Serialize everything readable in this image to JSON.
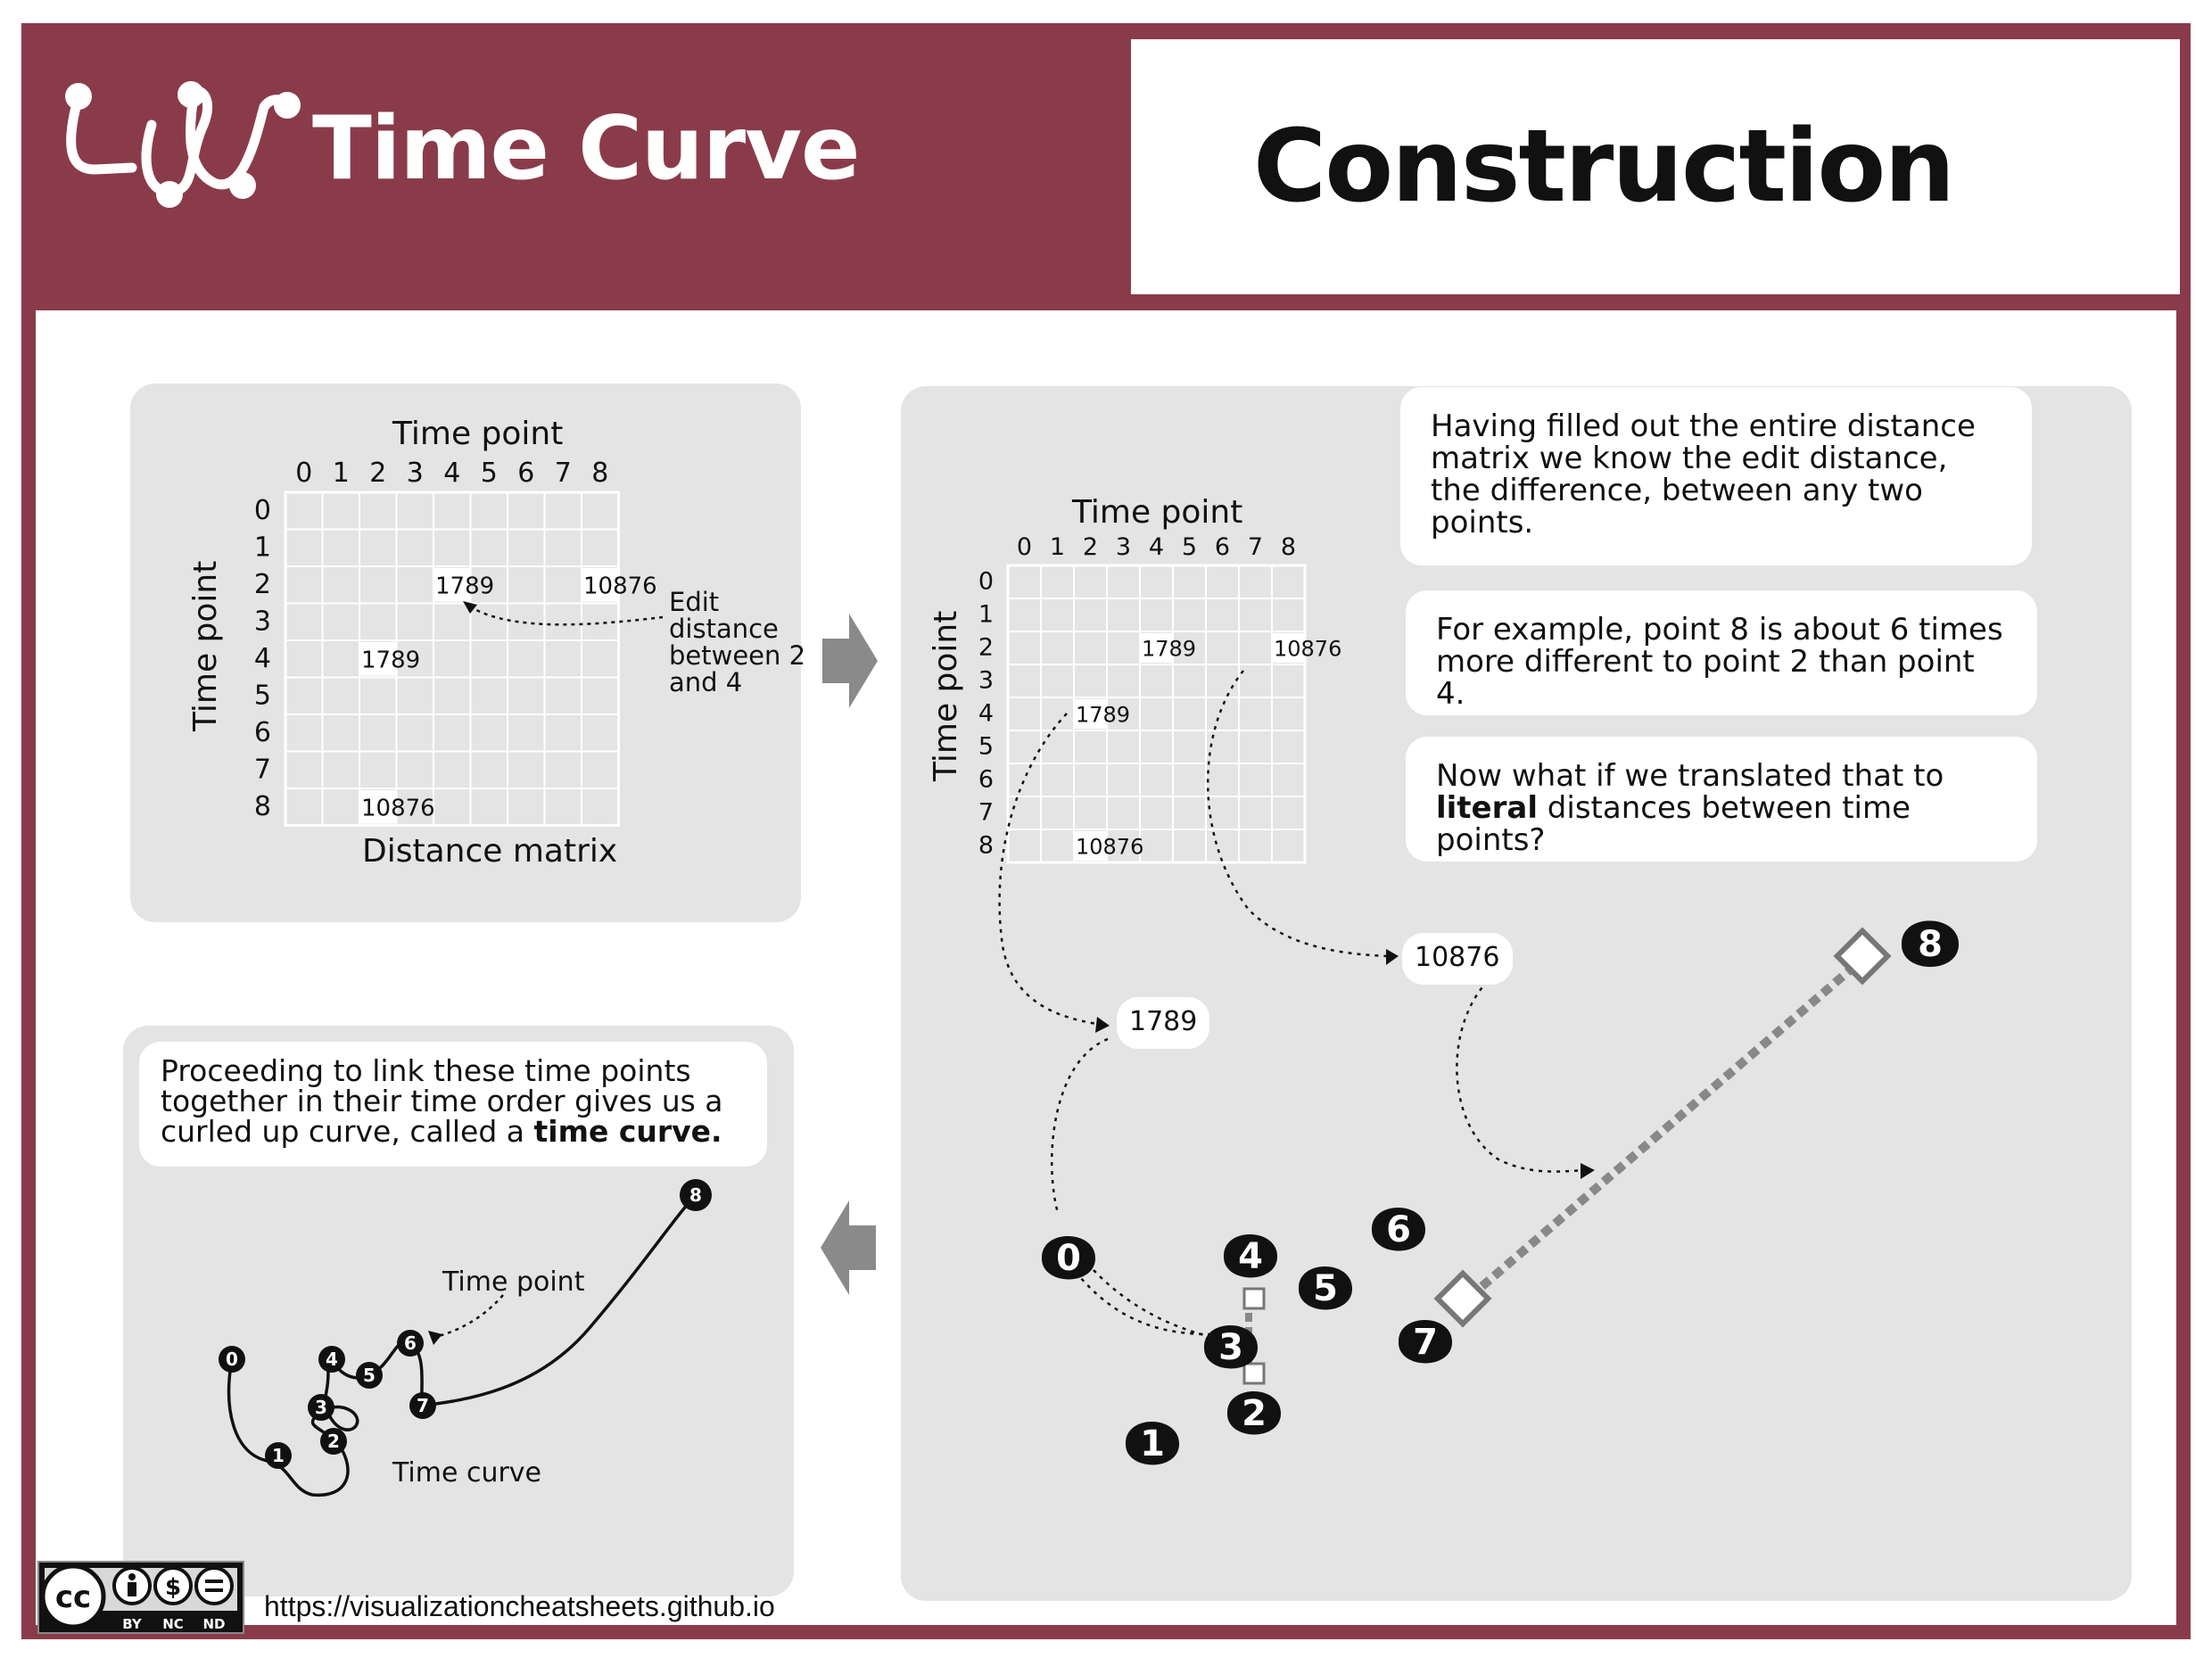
{
  "header": {
    "brand_title": "Time Curve",
    "page_title": "Construction",
    "colors": {
      "brand": "#8a3b4a",
      "panel": "#e4e4e4",
      "note": "#ffffff",
      "ink": "#111111"
    }
  },
  "matrix_panel": {
    "top_label": "Time point",
    "side_label": "Time point",
    "caption": "Distance matrix",
    "col_labels": [
      "0",
      "1",
      "2",
      "3",
      "4",
      "5",
      "6",
      "7",
      "8"
    ],
    "row_labels": [
      "0",
      "1",
      "2",
      "3",
      "4",
      "5",
      "6",
      "7",
      "8"
    ],
    "cells": [
      {
        "row": 2,
        "col": 4,
        "text": "1789"
      },
      {
        "row": 2,
        "col": 8,
        "text": "10876"
      },
      {
        "row": 4,
        "col": 2,
        "text": "1789"
      },
      {
        "row": 8,
        "col": 2,
        "text": "10876"
      }
    ],
    "annotation": [
      "Edit",
      "distance",
      "between 2",
      "and 4"
    ]
  },
  "projection_panel": {
    "notes": [
      {
        "text": "Having filled out the entire distance matrix we know the edit distance, the difference, between any two points."
      },
      {
        "text": "For example, point 8 is about 6 times more different to point 2 than point 4."
      },
      {
        "before": "Now what if we translated that to ",
        "bold": "literal",
        "after": " distances between time points?"
      }
    ],
    "matrix": {
      "top_label": "Time point",
      "side_label": "Time point",
      "col_labels": [
        "0",
        "1",
        "2",
        "3",
        "4",
        "5",
        "6",
        "7",
        "8"
      ],
      "row_labels": [
        "0",
        "1",
        "2",
        "3",
        "4",
        "5",
        "6",
        "7",
        "8"
      ],
      "cells": [
        {
          "row": 2,
          "col": 4,
          "text": "1789"
        },
        {
          "row": 2,
          "col": 8,
          "text": "10876"
        },
        {
          "row": 4,
          "col": 2,
          "text": "1789"
        },
        {
          "row": 8,
          "col": 2,
          "text": "10876"
        }
      ]
    },
    "callouts": [
      "1789",
      "10876"
    ],
    "points": [
      "0",
      "1",
      "2",
      "3",
      "4",
      "5",
      "6",
      "7",
      "8"
    ]
  },
  "curve_panel": {
    "note": {
      "before": "Proceeding to link these time points together in their time order gives us a curled up curve, called a ",
      "bold": "time curve.",
      "after": ""
    },
    "time_point_label": "Time point",
    "time_curve_label": "Time curve",
    "points": [
      "0",
      "1",
      "2",
      "3",
      "4",
      "5",
      "6",
      "7",
      "8"
    ]
  },
  "footer": {
    "license_badges": [
      "BY",
      "NC",
      "ND"
    ],
    "url": "https://visualizationcheatsheets.github.io"
  }
}
